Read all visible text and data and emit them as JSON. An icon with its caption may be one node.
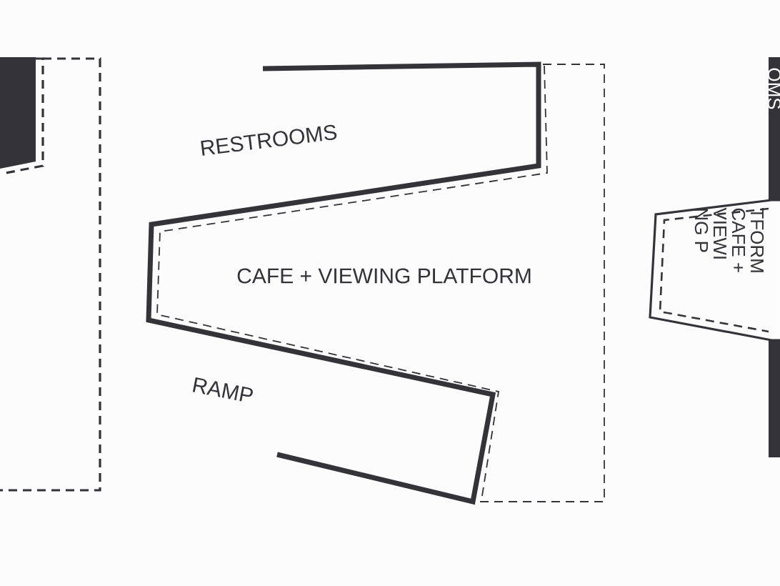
{
  "diagram": {
    "labels": [
      "RESTROOMS",
      "CAFE + VIEWING PLATFORM",
      "RAMP",
      "OMS",
      "TFORM",
      "CAFE +",
      "VIEWI",
      "NG P"
    ]
  }
}
